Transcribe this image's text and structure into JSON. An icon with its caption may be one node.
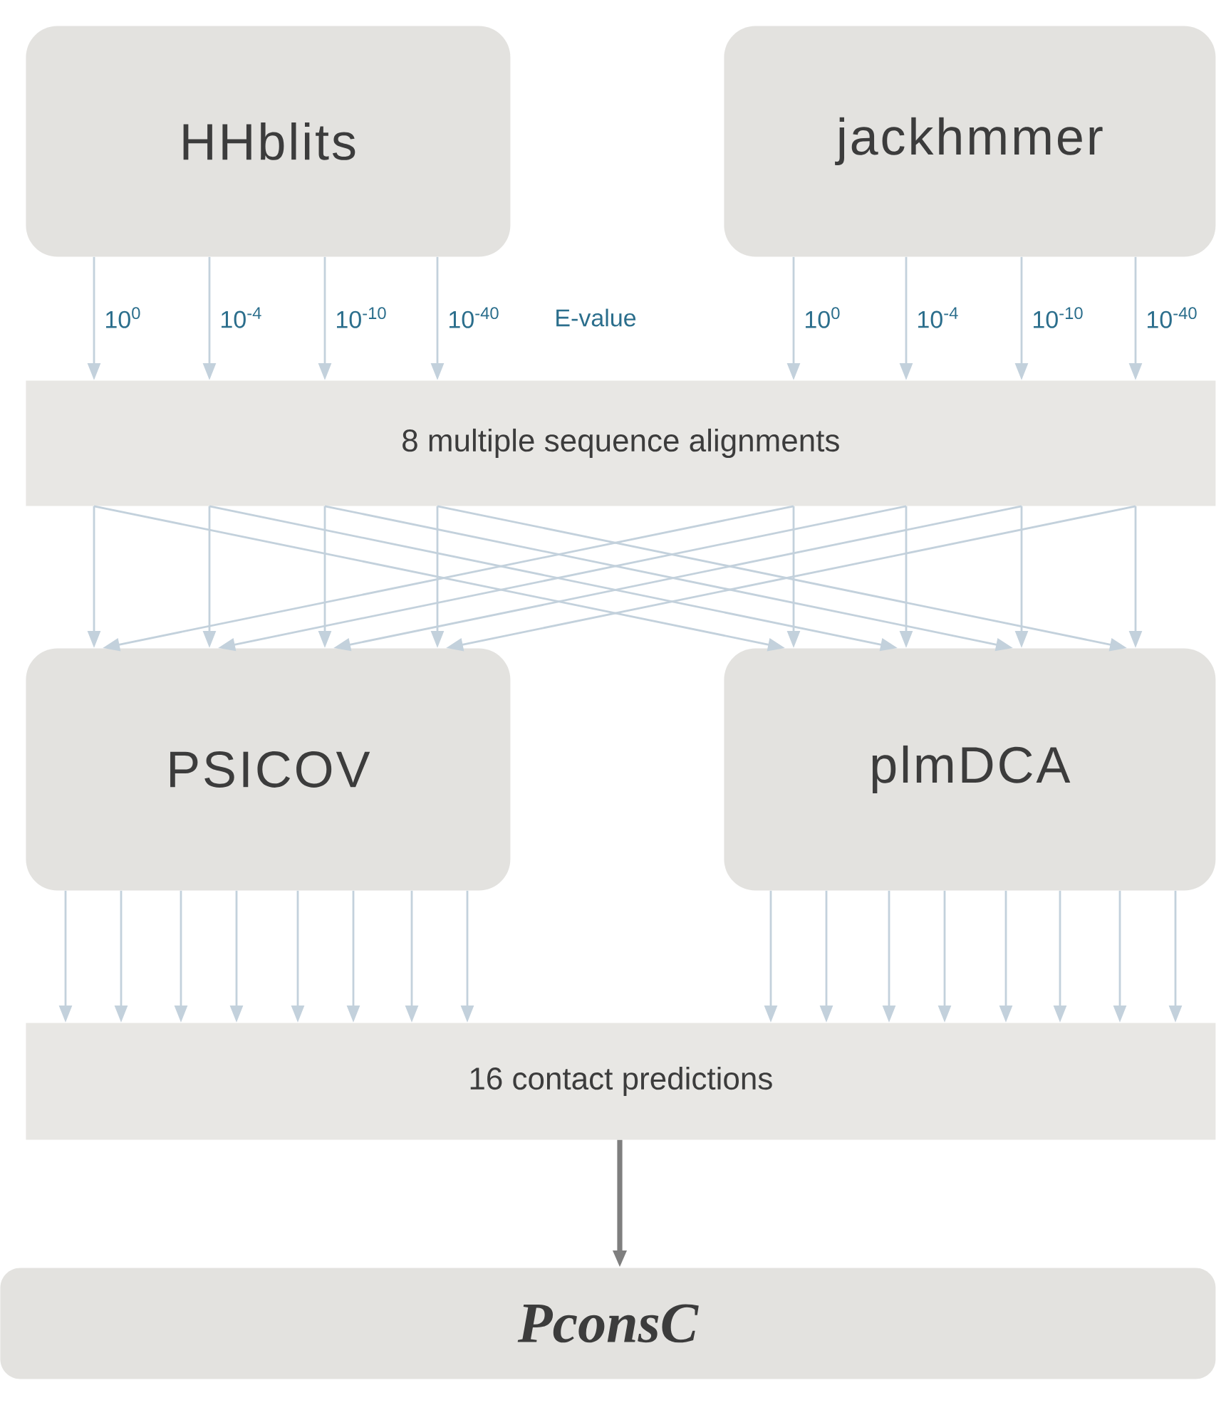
{
  "diagram": {
    "nodes": [
      {
        "text": [
          "HHblits"
        ]
      },
      {
        "text": [
          "jackhmmer"
        ]
      },
      {
        "text": [
          "8 multiple sequence alignments"
        ]
      },
      {
        "text": [
          "PSICOV"
        ]
      },
      {
        "text": [
          "plmDCA"
        ]
      },
      {
        "text": [
          "16 contact predictions"
        ]
      },
      {
        "text": [
          "PconsC"
        ]
      }
    ],
    "edges": [
      {
        "from": 0,
        "to": 2,
        "arrow": "to",
        "label": "10$^{0}$"
      },
      {
        "from": 0,
        "to": 2,
        "arrow": "to",
        "label": "10$^{-4}$"
      },
      {
        "from": 0,
        "to": 2,
        "arrow": "to",
        "label": "10$^{-10}$"
      },
      {
        "from": 0,
        "to": 2,
        "arrow": "to",
        "label": "10$^{-40}$"
      },
      {
        "from": 1,
        "to": 2,
        "arrow": "to",
        "label": "10$^{0}$"
      },
      {
        "from": 1,
        "to": 2,
        "arrow": "to",
        "label": "10$^{-4}$"
      },
      {
        "from": 1,
        "to": 2,
        "arrow": "to",
        "label": "10$^{-10}$"
      },
      {
        "from": 1,
        "to": 2,
        "arrow": "to",
        "label": "10$^{-40}$"
      },
      {
        "from": 2,
        "to": 3,
        "arrow": "to"
      },
      {
        "from": 2,
        "to": 3,
        "arrow": "to"
      },
      {
        "from": 2,
        "to": 3,
        "arrow": "to"
      },
      {
        "from": 2,
        "to": 3,
        "arrow": "to"
      },
      {
        "from": 2,
        "to": 3,
        "arrow": "to"
      },
      {
        "from": 2,
        "to": 3,
        "arrow": "to"
      },
      {
        "from": 2,
        "to": 3,
        "arrow": "to"
      },
      {
        "from": 2,
        "to": 3,
        "arrow": "to"
      },
      {
        "from": 2,
        "to": 4,
        "arrow": "to"
      },
      {
        "from": 2,
        "to": 4,
        "arrow": "to"
      },
      {
        "from": 2,
        "to": 4,
        "arrow": "to"
      },
      {
        "from": 2,
        "to": 4,
        "arrow": "to"
      },
      {
        "from": 2,
        "to": 4,
        "arrow": "to"
      },
      {
        "from": 2,
        "to": 4,
        "arrow": "to"
      },
      {
        "from": 2,
        "to": 4,
        "arrow": "to"
      },
      {
        "from": 2,
        "to": 4,
        "arrow": "to"
      },
      {
        "from": 3,
        "to": 5,
        "arrow": "to"
      },
      {
        "from": 3,
        "to": 5,
        "arrow": "to"
      },
      {
        "from": 3,
        "to": 5,
        "arrow": "to"
      },
      {
        "from": 3,
        "to": 5,
        "arrow": "to"
      },
      {
        "from": 3,
        "to": 5,
        "arrow": "to"
      },
      {
        "from": 3,
        "to": 5,
        "arrow": "to"
      },
      {
        "from": 3,
        "to": 5,
        "arrow": "to"
      },
      {
        "from": 3,
        "to": 5,
        "arrow": "to"
      },
      {
        "from": 4,
        "to": 5,
        "arrow": "to"
      },
      {
        "from": 4,
        "to": 5,
        "arrow": "to"
      },
      {
        "from": 4,
        "to": 5,
        "arrow": "to"
      },
      {
        "from": 4,
        "to": 5,
        "arrow": "to"
      },
      {
        "from": 4,
        "to": 5,
        "arrow": "to"
      },
      {
        "from": 4,
        "to": 5,
        "arrow": "to"
      },
      {
        "from": 4,
        "to": 5,
        "arrow": "to"
      },
      {
        "from": 4,
        "to": 5,
        "arrow": "to"
      },
      {
        "from": 5,
        "to": 6,
        "arrow": "to",
        "style": "thick",
        "color": "#7f7f7f"
      }
    ],
    "labels": [
      "E-value"
    ]
  }
}
